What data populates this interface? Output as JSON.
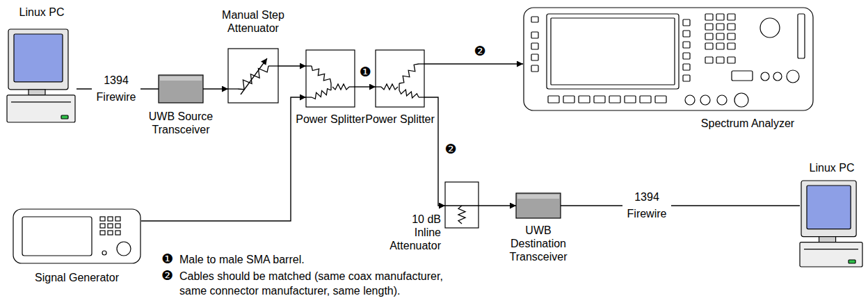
{
  "diagram": {
    "nodes": [
      {
        "text": [
          "Linux PC"
        ]
      },
      {
        "text": [
          "UWB Source Transceiver"
        ]
      },
      {
        "text": [
          "Manual Step Attenuator"
        ]
      },
      {
        "text": [
          "Power Splitter"
        ]
      },
      {
        "text": [
          "Power Splitter"
        ]
      },
      {
        "text": [
          "Spectrum Analyzer"
        ]
      },
      {
        "text": [
          "Signal Generator"
        ]
      },
      {
        "text": [
          "10 dB Inline Attenuator"
        ]
      },
      {
        "text": [
          "UWB Destination Transceiver"
        ]
      },
      {
        "text": [
          "Linux PC"
        ]
      }
    ],
    "edges": [
      {
        "from": 0,
        "to": 1,
        "arrow": "none",
        "label": "1394 Firewire"
      },
      {
        "from": 1,
        "to": 2,
        "arrow": "to"
      },
      {
        "from": 2,
        "to": 3,
        "arrow": "to"
      },
      {
        "from": 6,
        "to": 3,
        "arrow": "to"
      },
      {
        "from": 3,
        "to": 4,
        "arrow": "to",
        "label": "❶"
      },
      {
        "from": 4,
        "to": 5,
        "arrow": "to",
        "label": "❷"
      },
      {
        "from": 4,
        "to": 7,
        "arrow": "to",
        "label": "❷"
      },
      {
        "from": 7,
        "to": 8,
        "arrow": "to"
      },
      {
        "from": 8,
        "to": 9,
        "arrow": "none",
        "label": "1394 Firewire"
      }
    ],
    "labels": [
      "❶",
      "Male to male SMA barrel.",
      "❷",
      "Cables should be matched (same coax manufacturer, same connector manufacturer, same length)."
    ]
  }
}
